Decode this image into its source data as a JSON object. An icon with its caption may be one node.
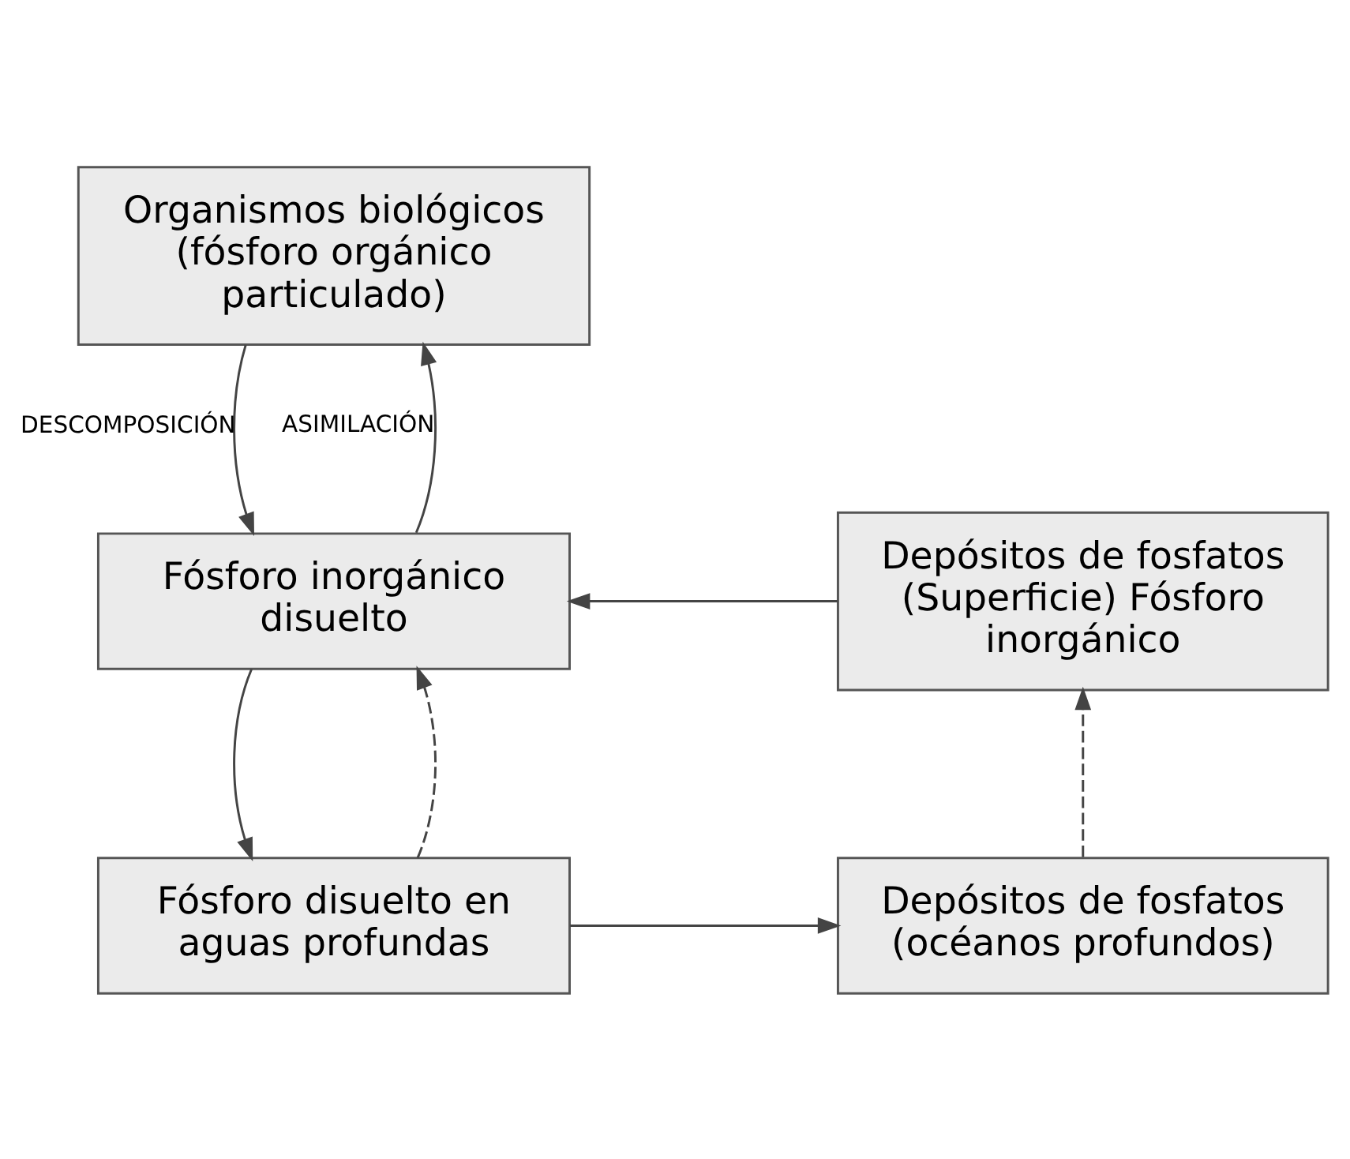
{
  "diagram": {
    "nodes": [
      {
        "text": [
          "Organismos biológicos (fósforo orgánico particulado)"
        ]
      },
      {
        "text": [
          "Fósforo inorgánico disuelto"
        ]
      },
      {
        "text": [
          "Depósitos de fosfatos (Superficie) Fósforo inorgánico"
        ]
      },
      {
        "text": [
          "Fósforo disuelto en aguas profundas"
        ]
      },
      {
        "text": [
          "Depósitos de fosfatos (océanos profundos)"
        ]
      }
    ],
    "edges": [
      {
        "from": 1,
        "to": 0,
        "arrow": "to",
        "label": "ASIMILACIÓN"
      },
      {
        "from": 0,
        "to": 1,
        "arrow": "to",
        "label": "DESCOMPOSICIÓN"
      },
      {
        "from": 2,
        "to": 1,
        "arrow": "to"
      },
      {
        "from": 3,
        "to": 1,
        "arrow": "to",
        "style": "dashed"
      },
      {
        "from": 1,
        "to": 3,
        "arrow": "to"
      },
      {
        "from": 3,
        "to": 4,
        "arrow": "to"
      },
      {
        "from": 4,
        "to": 2,
        "arrow": "to",
        "style": "dashed"
      }
    ]
  }
}
